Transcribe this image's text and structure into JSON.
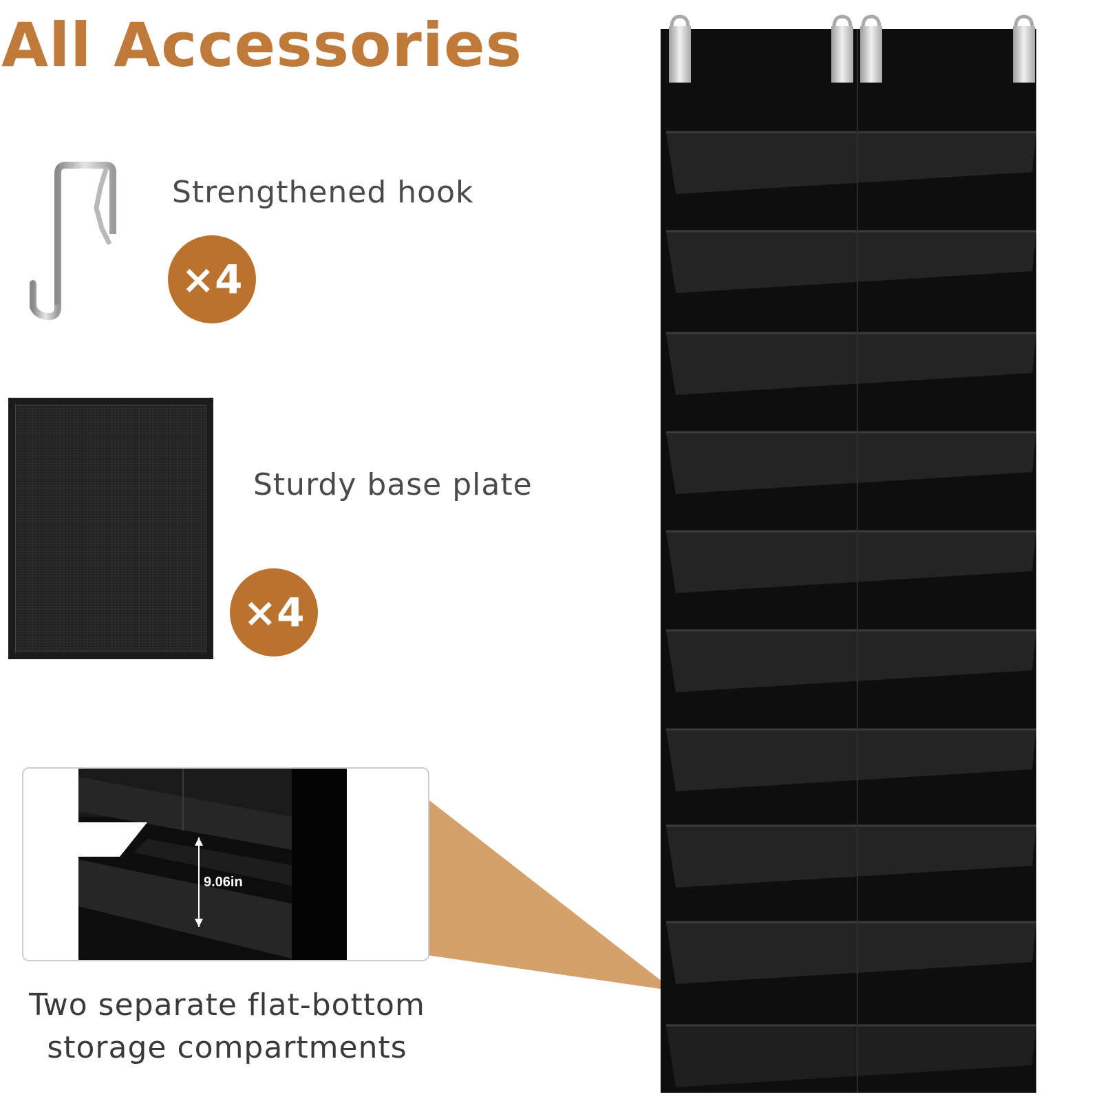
{
  "title": "All Accessories",
  "accessories": [
    {
      "label": "Strengthened hook",
      "quantity": "×4"
    },
    {
      "label": "Sturdy base plate",
      "quantity": "×4"
    }
  ],
  "detail": {
    "measurement": "9.06in",
    "caption_line1": "Two separate flat-bottom",
    "caption_line2": "storage compartments"
  },
  "colors": {
    "accent": "#bf7a3a",
    "badge": "#b9732f",
    "callout": "#d4a06c",
    "fabric": "#111111"
  }
}
